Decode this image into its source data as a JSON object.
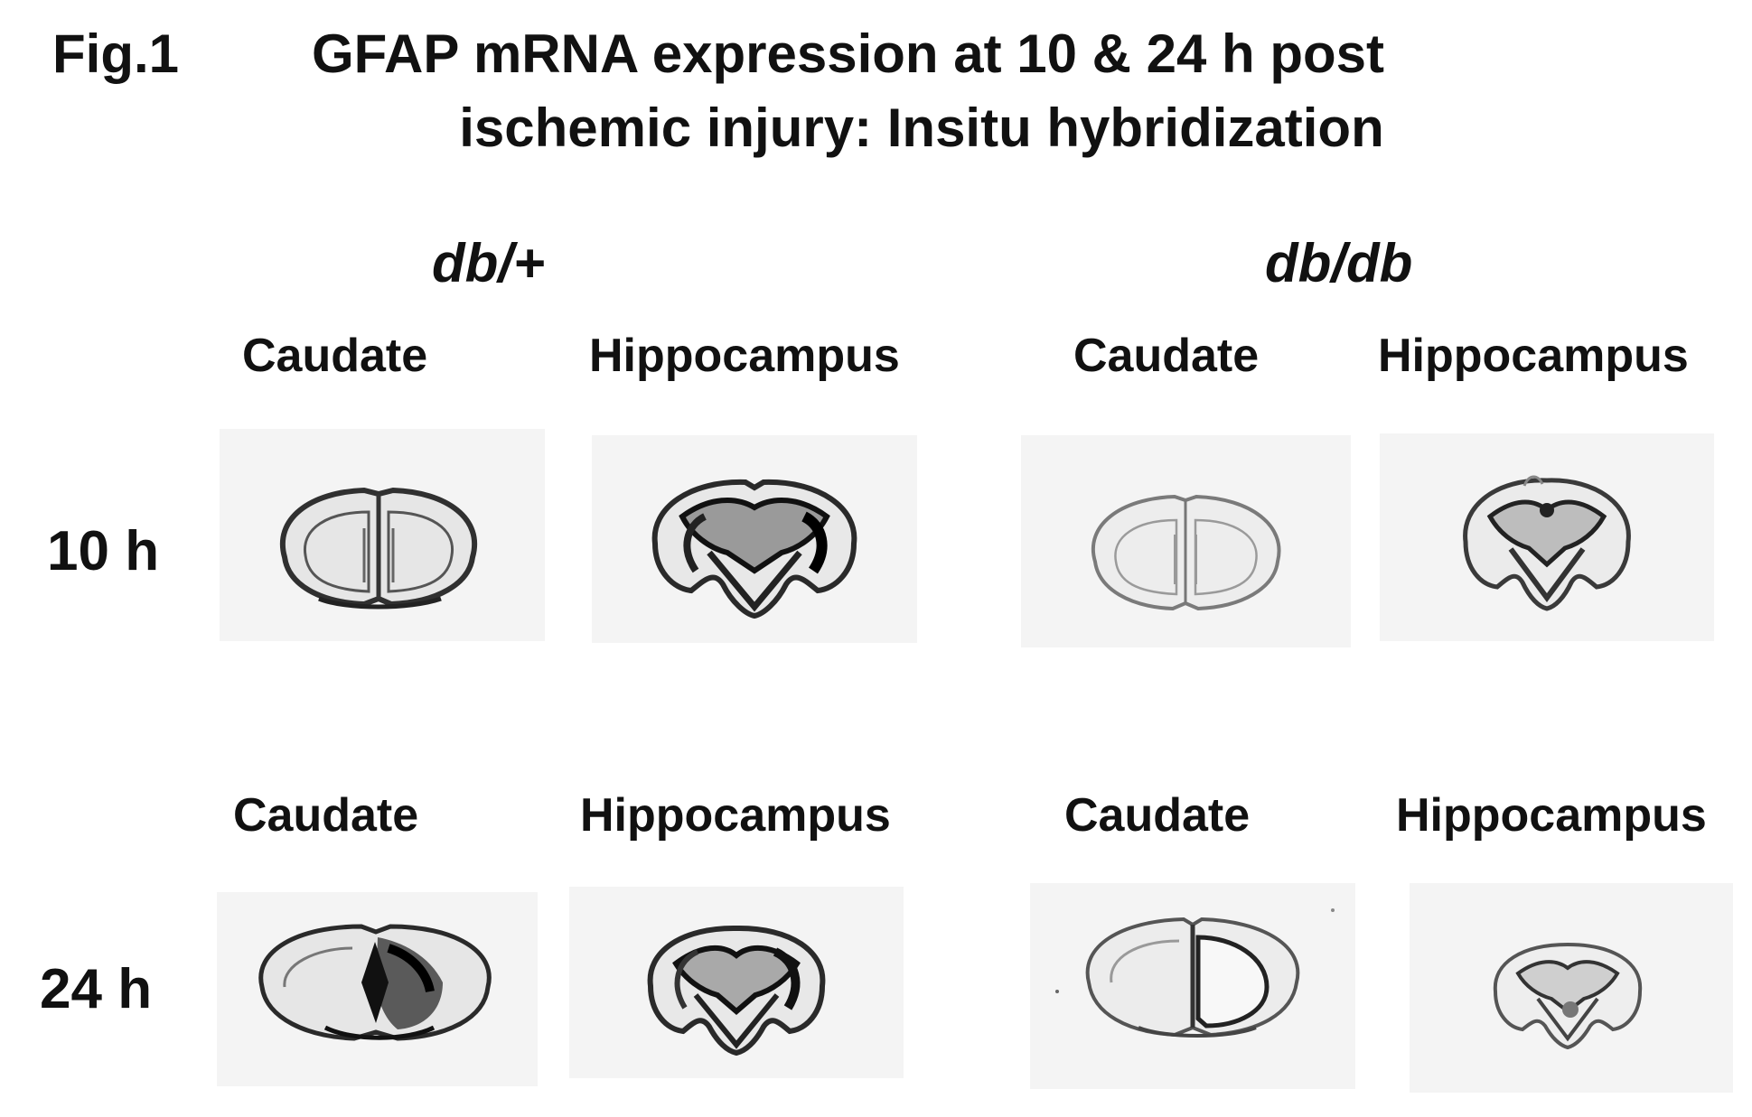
{
  "figure": {
    "label": "Fig.1",
    "title_line1": "GFAP mRNA expression at 10 & 24 h post",
    "title_line2": "ischemic injury: Insitu hybridization"
  },
  "genotypes": {
    "left": "db/+",
    "right": "db/db"
  },
  "regions": {
    "caudate": "Caudate",
    "hippocampus": "Hippocampus"
  },
  "timepoints": {
    "t10": "10 h",
    "t24": "24 h"
  },
  "panels": [
    {
      "genotype": "db/+",
      "timepoint": "10 h",
      "region": "Caudate",
      "stain": "moderate"
    },
    {
      "genotype": "db/+",
      "timepoint": "10 h",
      "region": "Hippocampus",
      "stain": "dark"
    },
    {
      "genotype": "db/db",
      "timepoint": "10 h",
      "region": "Caudate",
      "stain": "faint"
    },
    {
      "genotype": "db/db",
      "timepoint": "10 h",
      "region": "Hippocampus",
      "stain": "moderate"
    },
    {
      "genotype": "db/+",
      "timepoint": "24 h",
      "region": "Caudate",
      "stain": "dark-lesion"
    },
    {
      "genotype": "db/+",
      "timepoint": "24 h",
      "region": "Hippocampus",
      "stain": "moderate"
    },
    {
      "genotype": "db/db",
      "timepoint": "24 h",
      "region": "Caudate",
      "stain": "lesion-pale"
    },
    {
      "genotype": "db/db",
      "timepoint": "24 h",
      "region": "Hippocampus",
      "stain": "faint"
    }
  ]
}
